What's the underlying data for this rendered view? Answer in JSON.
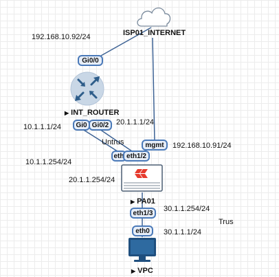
{
  "nodes": {
    "isp": {
      "label": "ISP01_INTERNET"
    },
    "router": {
      "label": "INT_ROUTER"
    },
    "firewall": {
      "label": "PA01"
    },
    "vpc": {
      "label": "VPC"
    }
  },
  "ports": {
    "router_gi0_0": "Gi0/0",
    "router_gi0_1": "Gi0",
    "router_gi0_2": "Gi0/2",
    "pa_mgmt": "mgmt",
    "pa_eth1_1": "eth",
    "pa_eth1_2": "eth1/2",
    "pa_eth1_3": "eth1/3",
    "vpc_eth0": "eth0"
  },
  "labels": {
    "router_gi0_0_ip": "192.168.10.92/24",
    "router_gi0_1_ip": "10.1.1.1/24",
    "router_gi0_2_ip": "20.1.1.1/24",
    "pa_mgmt_ip": "192.168.10.91/24",
    "pa_eth1_1_ip": "10.1.1.254/24",
    "pa_eth1_2_ip": "20.1.1.254/24",
    "pa_eth1_3_ip": "30.1.1.254/24",
    "vpc_ip": "30.1.1.1/24",
    "zone_untrust": "Untrus",
    "zone_trust": "Trus"
  },
  "colors": {
    "link": "#3d6294",
    "port_border": "#4a79b8",
    "router_body": "#c9d7e6",
    "router_arrow": "#2e5d8a",
    "firewall_accent": "#e63b2e"
  },
  "icons": {
    "isp": "cloud-icon",
    "router": "router-icon",
    "firewall": "firewall-icon",
    "vpc": "monitor-icon"
  }
}
